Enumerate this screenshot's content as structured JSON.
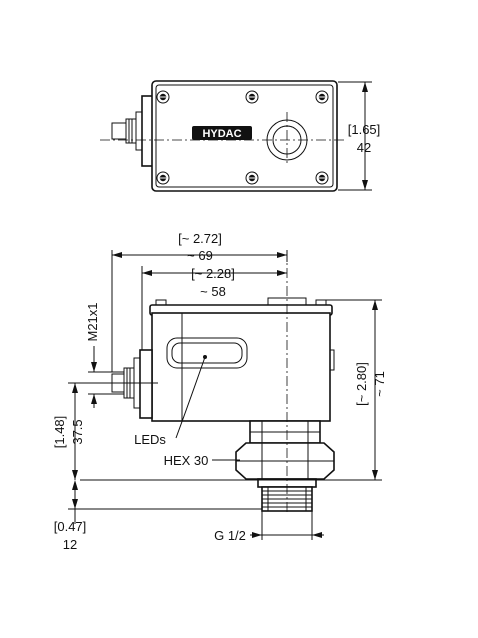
{
  "top_view": {
    "logo_text": "HYDAC",
    "height_in": "[1.65]",
    "height_mm": "42"
  },
  "front_view": {
    "overall_width_in": "[~ 2.72]",
    "overall_width_mm": "~ 69",
    "housing_width_in": "[~ 2.28]",
    "housing_width_mm": "~ 58",
    "connector_thread": "M21x1",
    "overall_height_in": "[~ 2.80]",
    "overall_height_mm": "~ 71",
    "connector_height_in": "[1.48]",
    "connector_height_mm": "37.5",
    "leds_label": "LEDs",
    "hex_label": "HEX 30",
    "thread_depth_in": "[0.47]",
    "thread_depth_mm": "12",
    "port_thread": "G 1/2"
  }
}
